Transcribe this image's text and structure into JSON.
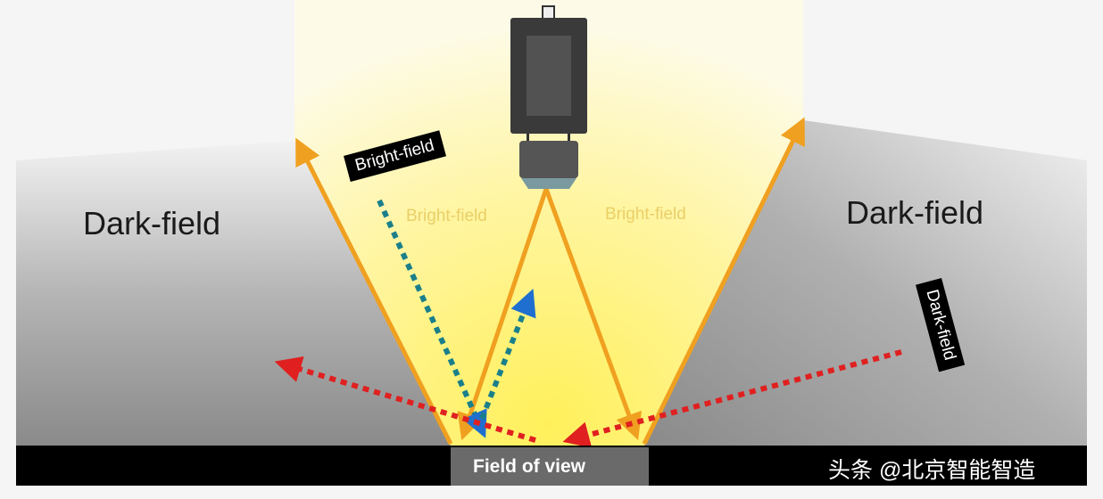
{
  "labels": {
    "dark_field_left": "Dark-field",
    "dark_field_right": "Dark-field",
    "bright_field_tag": "Bright-field",
    "dark_field_tag": "Dark-field",
    "bright_field_faint_left": "Bright-field",
    "bright_field_faint_right": "Bright-field",
    "field_of_view": "Field of view"
  },
  "watermark": "头条 @北京智能智造",
  "colors": {
    "ray": "#f0a020",
    "bright_ray": "#1f6fd0",
    "dark_ray": "#e02020",
    "glow": "#fff27a"
  }
}
